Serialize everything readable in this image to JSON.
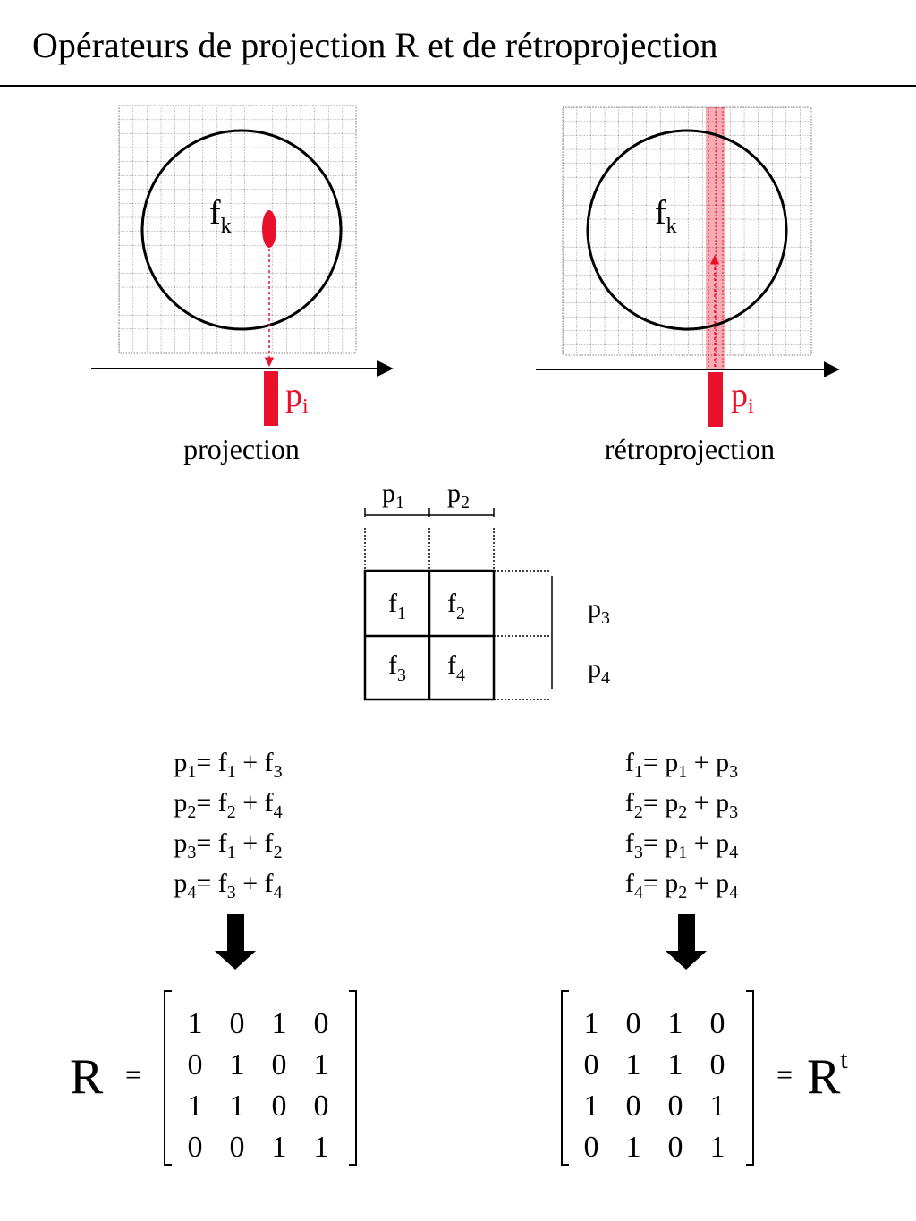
{
  "title": "Opérateurs de projection R et de rétroprojection",
  "colors": {
    "accent": "#e8102a",
    "ink": "#000000",
    "grid": "#555555"
  },
  "panels": {
    "projection": {
      "caption": "projection",
      "f_base": "f",
      "f_sub": "k",
      "p_base": "p",
      "p_sub": "i"
    },
    "backprojection": {
      "caption": "rétroprojection",
      "f_base": "f",
      "f_sub": "k",
      "p_base": "p",
      "p_sub": "i"
    }
  },
  "grid2x2": {
    "top_labels": [
      {
        "base": "p",
        "sub": "1"
      },
      {
        "base": "p",
        "sub": "2"
      }
    ],
    "cells": [
      {
        "base": "f",
        "sub": "1"
      },
      {
        "base": "f",
        "sub": "2"
      },
      {
        "base": "f",
        "sub": "3"
      },
      {
        "base": "f",
        "sub": "4"
      }
    ],
    "side_labels": [
      {
        "base": "p",
        "sub": "3"
      },
      {
        "base": "p",
        "sub": "4"
      }
    ]
  },
  "equations_projection": [
    {
      "lhs": "p",
      "lhs_sub": "1",
      "a": "f",
      "a_sub": "1",
      "b": "f",
      "b_sub": "3"
    },
    {
      "lhs": "p",
      "lhs_sub": "2",
      "a": "f",
      "a_sub": "2",
      "b": "f",
      "b_sub": "4"
    },
    {
      "lhs": "p",
      "lhs_sub": "3",
      "a": "f",
      "a_sub": "1",
      "b": "f",
      "b_sub": "2"
    },
    {
      "lhs": "p",
      "lhs_sub": "4",
      "a": "f",
      "a_sub": "3",
      "b": "f",
      "b_sub": "4"
    }
  ],
  "equations_backprojection": [
    {
      "lhs": "f",
      "lhs_sub": "1",
      "a": "p",
      "a_sub": "1",
      "b": "p",
      "b_sub": "3"
    },
    {
      "lhs": "f",
      "lhs_sub": "2",
      "a": "p",
      "a_sub": "2",
      "b": "p",
      "b_sub": "3"
    },
    {
      "lhs": "f",
      "lhs_sub": "3",
      "a": "p",
      "a_sub": "1",
      "b": "p",
      "b_sub": "4"
    },
    {
      "lhs": "f",
      "lhs_sub": "4",
      "a": "p",
      "a_sub": "2",
      "b": "p",
      "b_sub": "4"
    }
  ],
  "matrix_R": {
    "symbol": "R",
    "equals": "=",
    "rows": [
      [
        "1",
        "0",
        "1",
        "0"
      ],
      [
        "0",
        "1",
        "0",
        "1"
      ],
      [
        "1",
        "1",
        "0",
        "0"
      ],
      [
        "0",
        "0",
        "1",
        "1"
      ]
    ]
  },
  "matrix_Rt": {
    "equals": "=",
    "symbol": "R",
    "superscript": "t",
    "rows": [
      [
        "1",
        "0",
        "1",
        "0"
      ],
      [
        "0",
        "1",
        "1",
        "0"
      ],
      [
        "1",
        "0",
        "0",
        "1"
      ],
      [
        "0",
        "1",
        "0",
        "1"
      ]
    ]
  }
}
